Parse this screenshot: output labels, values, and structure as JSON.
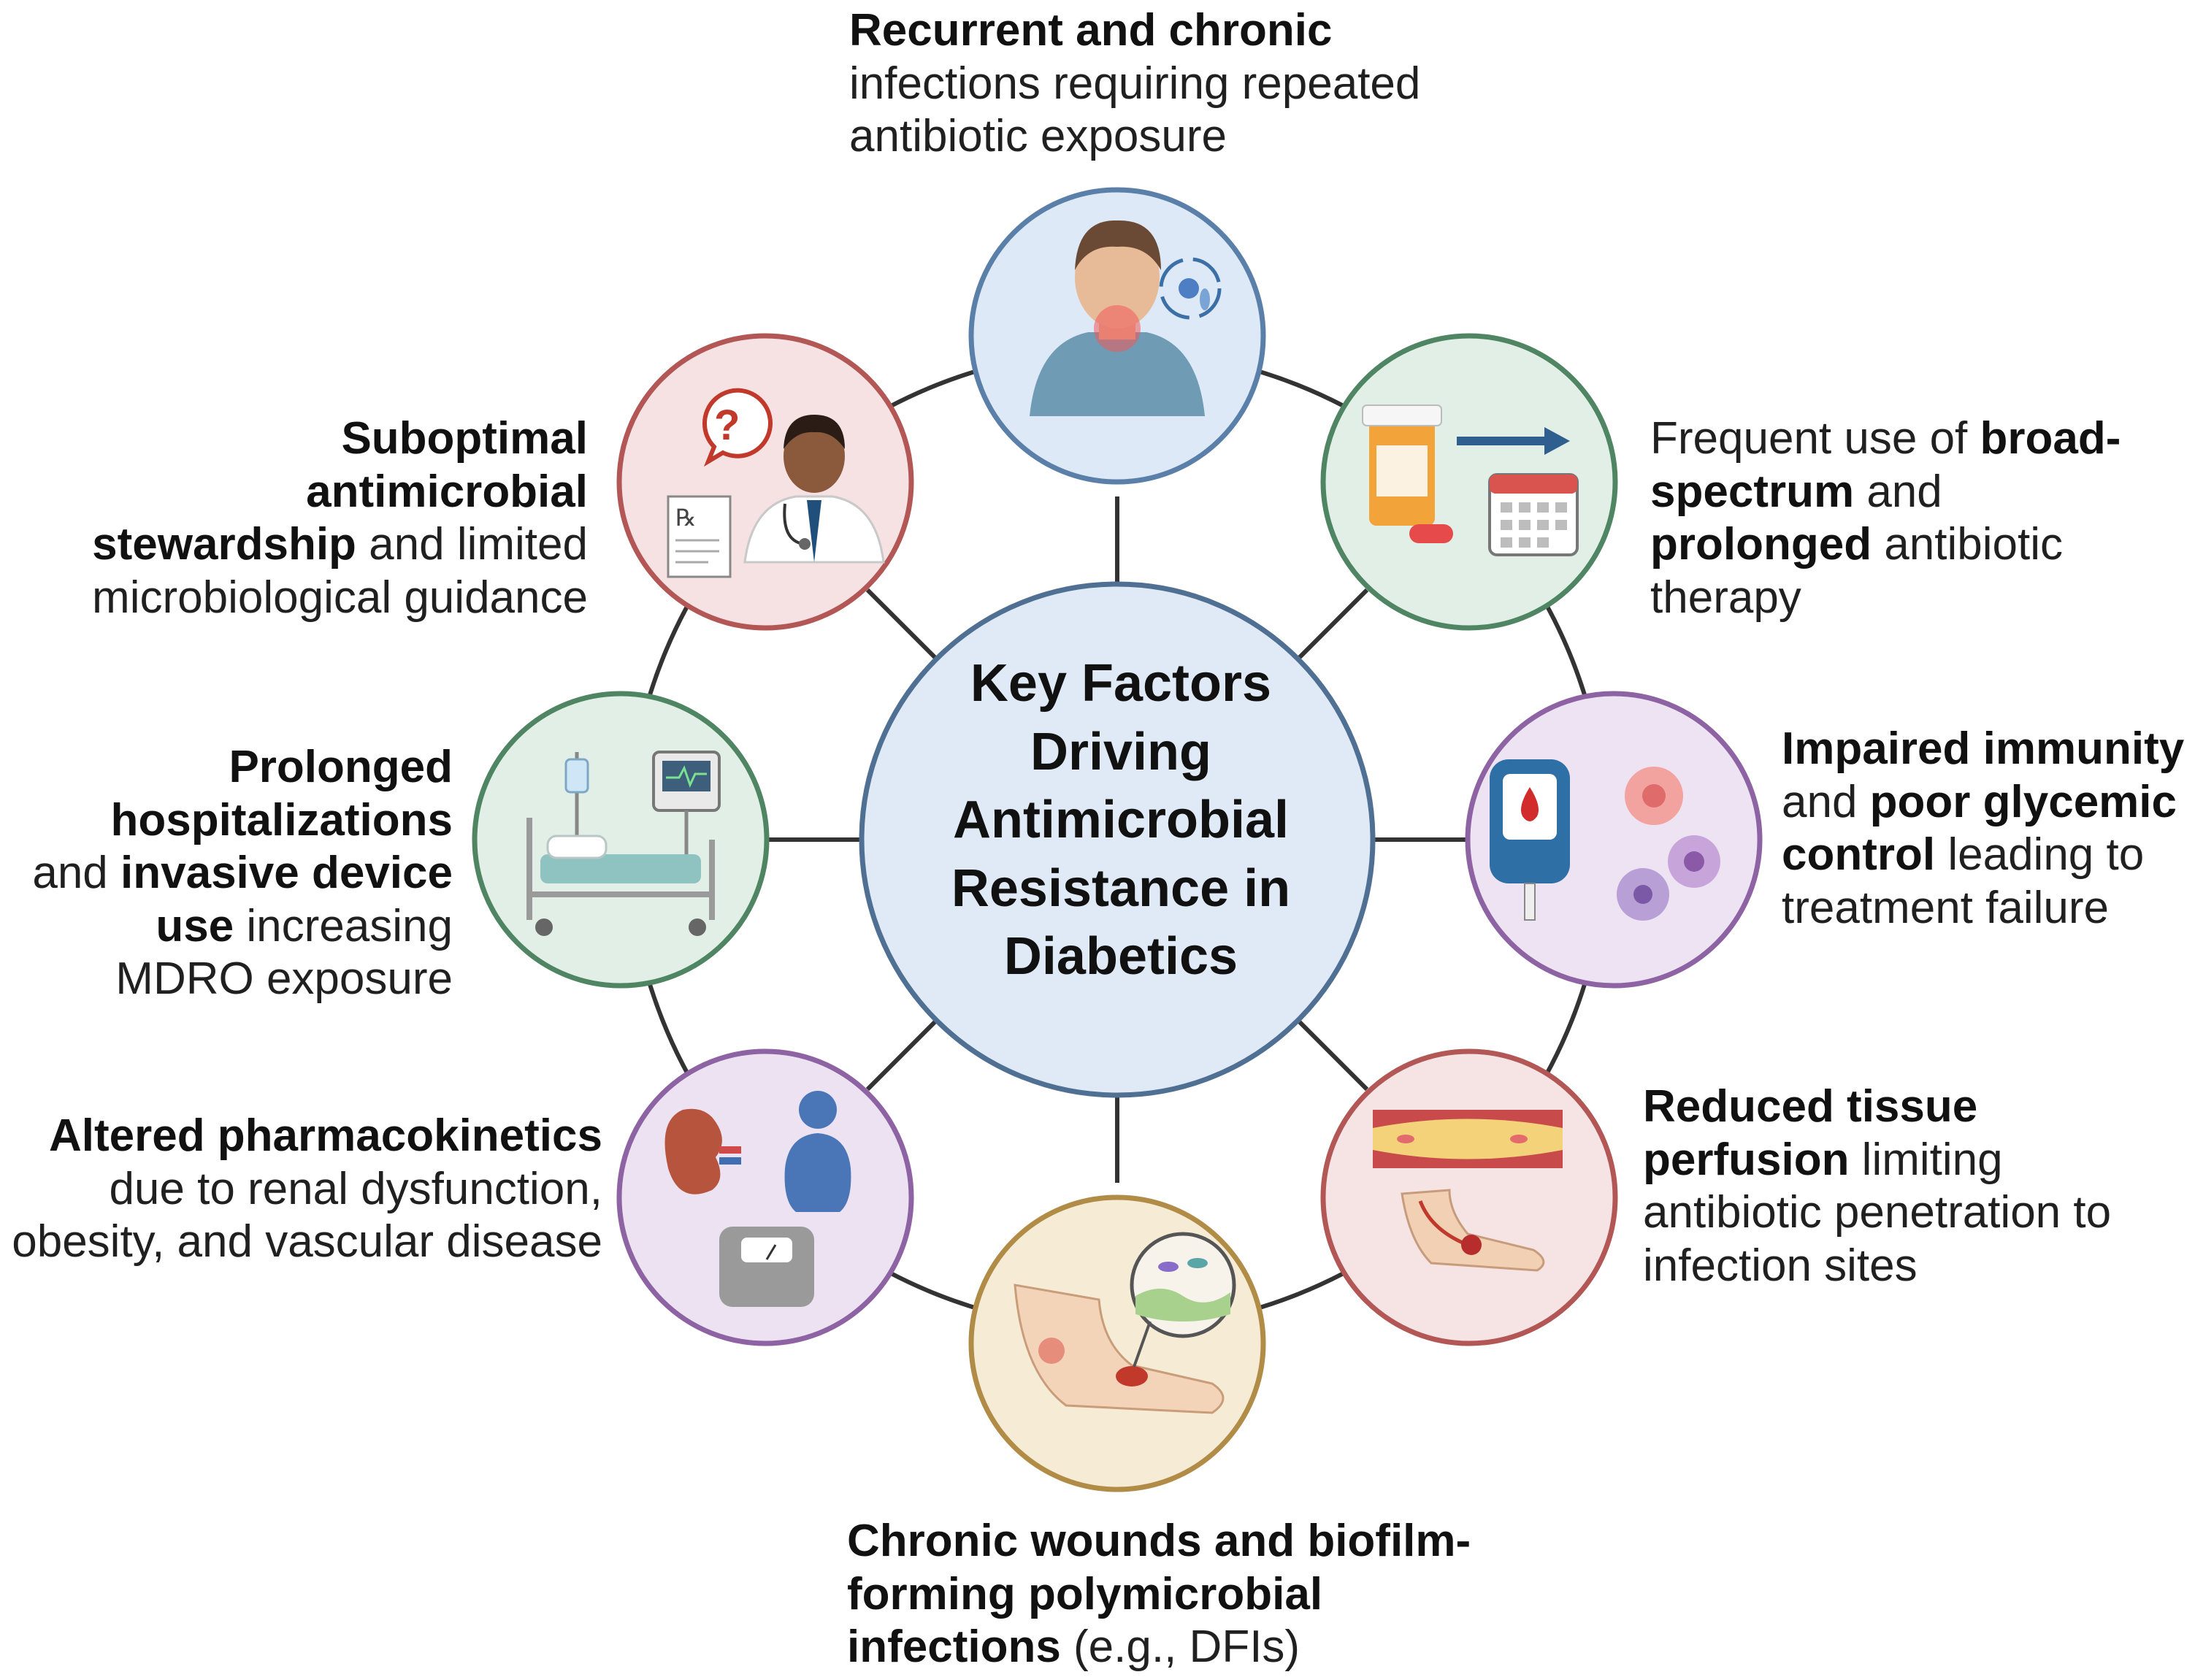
{
  "center": {
    "lines": [
      "Key Factors",
      "Driving",
      "Antimicrobial",
      "Resistance in",
      "Diabetics"
    ]
  },
  "nodes": [
    {
      "id": "recurrent",
      "icon": "sick-person-icon",
      "fill": "#dde9f6",
      "stroke": "#5a7fa8",
      "parts": [
        [
          "Recurrent and chronic",
          true
        ],
        [
          " infections requiring repeated antibiotic exposure",
          false
        ]
      ]
    },
    {
      "id": "broad",
      "icon": "pill-bottle-calendar-icon",
      "fill": "#e1efe6",
      "stroke": "#4f8563",
      "parts": [
        [
          "Frequent use of ",
          false
        ],
        [
          "broad-spectrum",
          true
        ],
        [
          " and ",
          false
        ],
        [
          "prolonged",
          true
        ],
        [
          " antibiotic therapy",
          false
        ]
      ]
    },
    {
      "id": "immunity",
      "icon": "glucometer-cells-icon",
      "fill": "#ede3f2",
      "stroke": "#8d63a3",
      "parts": [
        [
          "Impaired immunity",
          true
        ],
        [
          " and ",
          false
        ],
        [
          "poor glycemic control",
          true
        ],
        [
          " leading to treatment failure",
          false
        ]
      ]
    },
    {
      "id": "perfusion",
      "icon": "blood-vessel-foot-icon",
      "fill": "#f6e4e4",
      "stroke": "#b25656",
      "parts": [
        [
          "Reduced tissue perfusion",
          true
        ],
        [
          " limiting antibiotic penetration to infection sites",
          false
        ]
      ]
    },
    {
      "id": "wounds",
      "icon": "foot-wound-biofilm-icon",
      "fill": "#f6ecd6",
      "stroke": "#b08c47",
      "parts": [
        [
          "Chronic wounds and biofilm-forming polymicrobial infections",
          true
        ],
        [
          " (e.g., DFIs)",
          false
        ]
      ]
    },
    {
      "id": "pk",
      "icon": "kidney-obesity-scale-icon",
      "fill": "#ece2f1",
      "stroke": "#8d63a3",
      "parts": [
        [
          "Altered pharmacokinetics",
          true
        ],
        [
          " due to renal dysfunction, obesity, and vascular disease",
          false
        ]
      ]
    },
    {
      "id": "hospital",
      "icon": "hospital-bed-icon",
      "fill": "#e1efe6",
      "stroke": "#4f8563",
      "parts": [
        [
          "Prolonged hospitalizations",
          true
        ],
        [
          " and ",
          false
        ],
        [
          "invasive device use",
          true
        ],
        [
          " increasing MDRO exposure",
          false
        ]
      ]
    },
    {
      "id": "stewardship",
      "icon": "doctor-prescription-icon",
      "fill": "#f7e2e3",
      "stroke": "#b25656",
      "parts": [
        [
          "Suboptimal antimicrobial stewardship",
          true
        ],
        [
          " and limited microbiological guidance",
          false
        ]
      ]
    }
  ]
}
